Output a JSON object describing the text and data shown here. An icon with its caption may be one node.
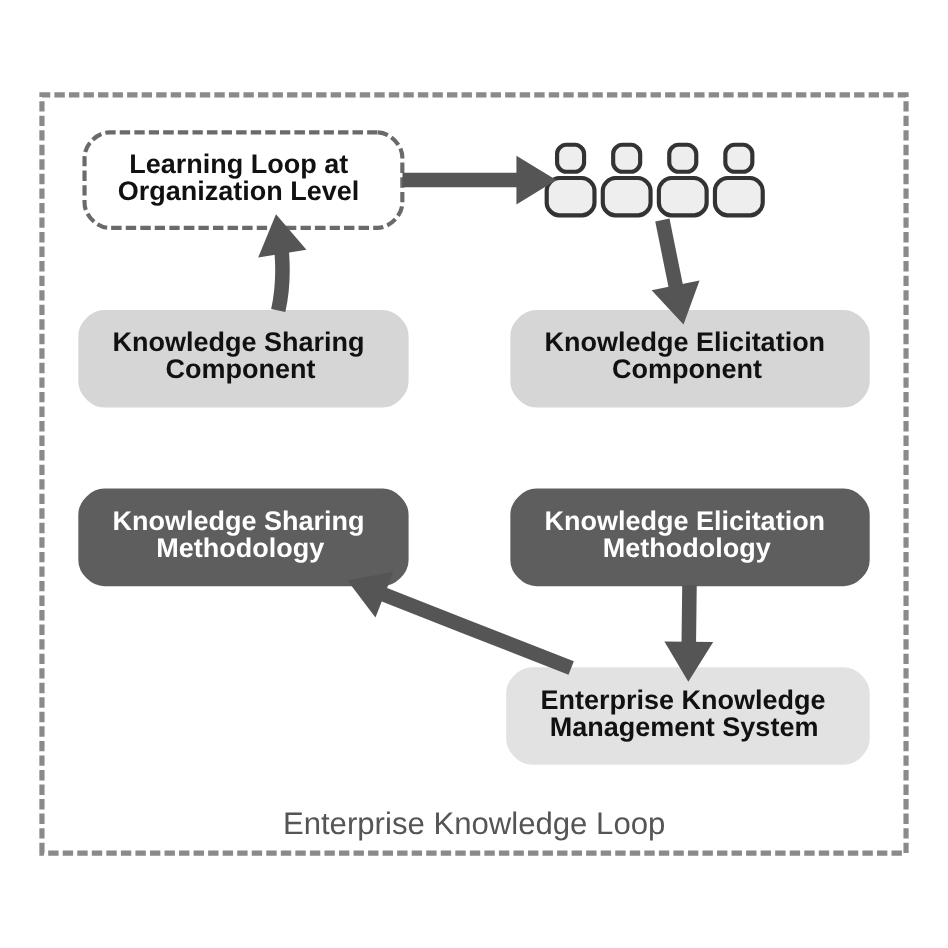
{
  "diagram": {
    "nodes": [
      {
        "text": [
          "Enterprise Knowledge Loop"
        ]
      },
      {
        "text": [
          "Learning Loop at Organization Level"
        ],
        "in": 0
      },
      {
        "text": [],
        "shape": "person",
        "in": 0
      },
      {
        "text": [
          "Knowledge Sharing Component"
        ],
        "in": 0
      },
      {
        "text": [
          "Knowledge Sharing Methodology"
        ],
        "in": 0
      },
      {
        "text": [
          "Knowledge Elicitation Component"
        ],
        "in": 0
      },
      {
        "text": [
          "Knowledge Elicitation Methodology"
        ],
        "in": 0
      },
      {
        "text": [
          "Enterprise Knowledge Management System"
        ],
        "in": 0
      }
    ],
    "edges": [
      {
        "from": 1,
        "to": 2,
        "arrow": "to"
      },
      {
        "from": 2,
        "to": 5,
        "arrow": "to"
      },
      {
        "from": 6,
        "to": 7,
        "arrow": "to"
      },
      {
        "from": 7,
        "to": 4,
        "arrow": "to"
      },
      {
        "from": 3,
        "to": 1,
        "arrow": "to"
      }
    ]
  }
}
